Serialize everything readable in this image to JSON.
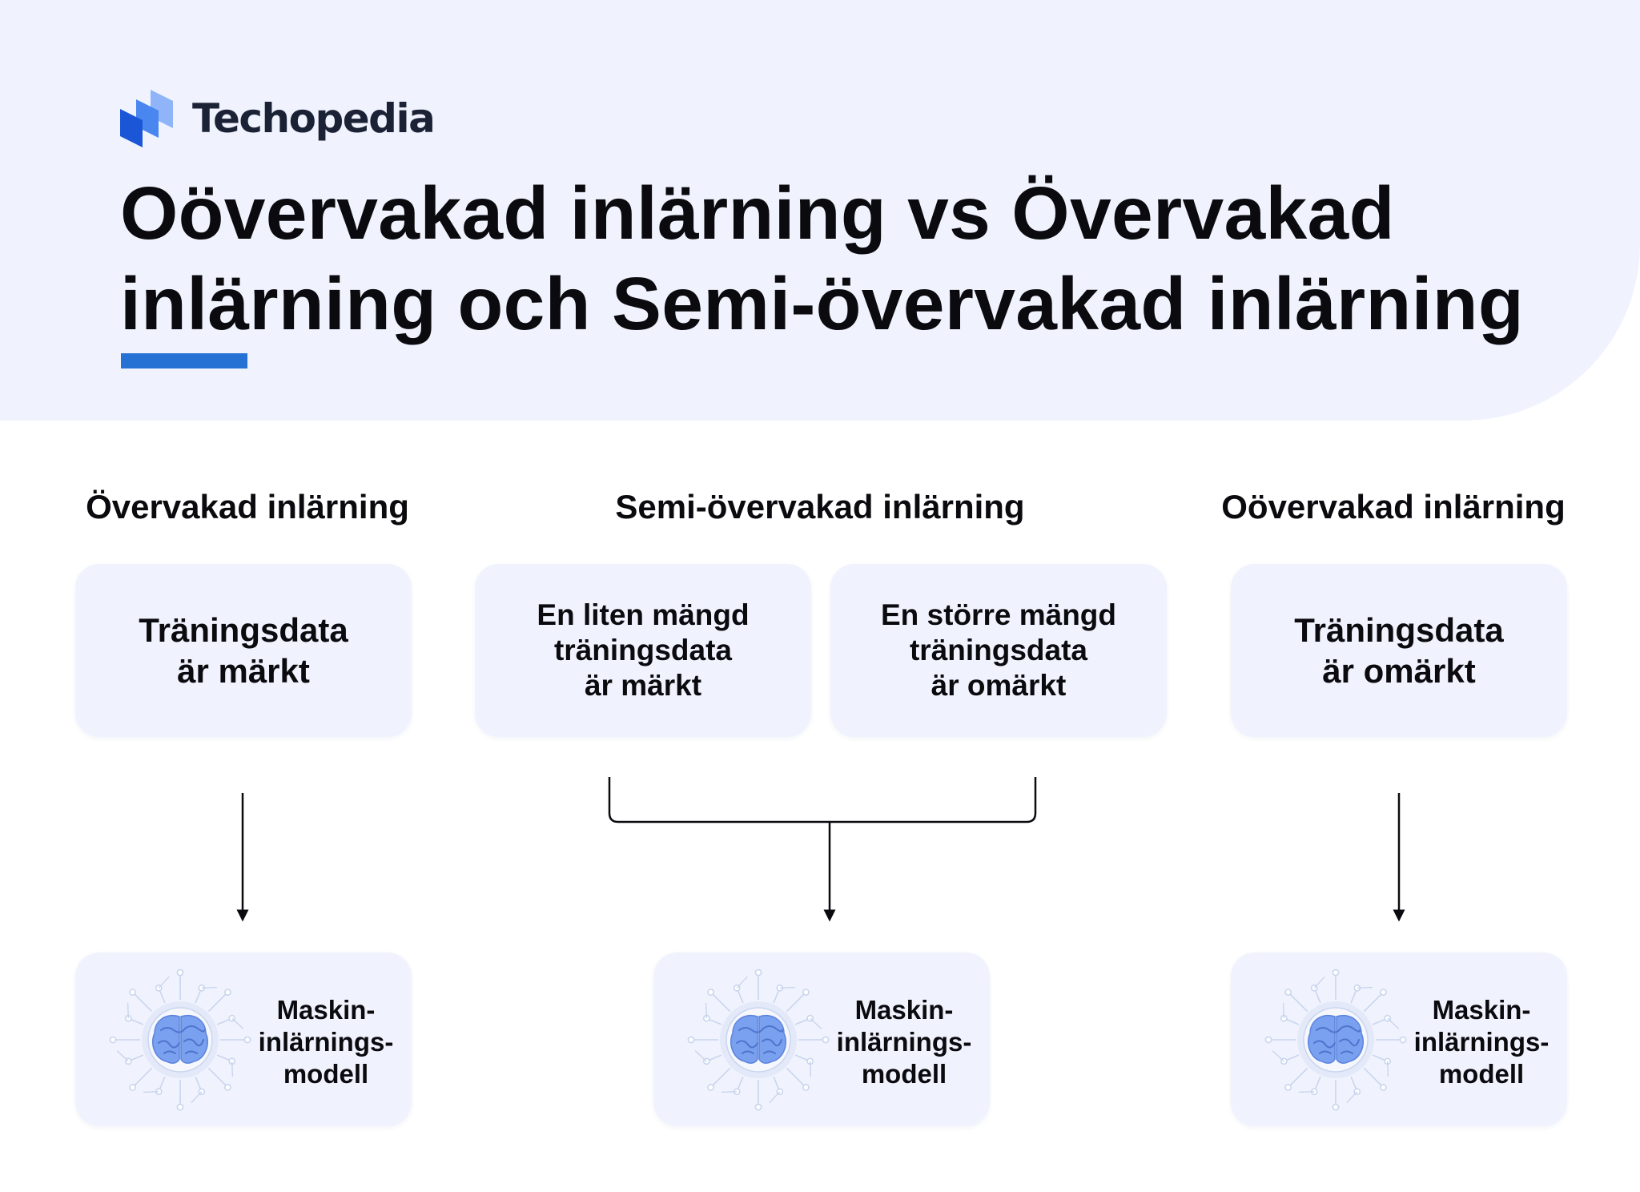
{
  "brand": {
    "name": "Techopedia",
    "accent_color": "#2672d4",
    "logo_colors": [
      "#1a56d6",
      "#4a86f0",
      "#8fb4f7"
    ]
  },
  "title": {
    "line1": "Oövervakad inlärning vs Övervakad",
    "line2": "inlärning och Semi-övervakad inlärning"
  },
  "columns": {
    "supervised": {
      "heading": "Övervakad inlärning",
      "data_lines": [
        "Träningsdata",
        "är märkt"
      ],
      "model_lines": [
        "Maskin-",
        "inlärnings-",
        "modell"
      ]
    },
    "semi": {
      "heading": "Semi-övervakad inlärning",
      "data_small_lines": [
        "En liten mängd",
        "träningsdata",
        "är märkt"
      ],
      "data_large_lines": [
        "En större mängd",
        "träningsdata",
        "är omärkt"
      ],
      "model_lines": [
        "Maskin-",
        "inlärnings-",
        "modell"
      ]
    },
    "unsupervised": {
      "heading": "Oövervakad inlärning",
      "data_lines": [
        "Träningsdata",
        "är omärkt"
      ],
      "model_lines": [
        "Maskin-",
        "inlärnings-",
        "modell"
      ]
    }
  },
  "icons": {
    "model": "brain-circuit-icon",
    "logo": "techopedia-logo-icon"
  }
}
